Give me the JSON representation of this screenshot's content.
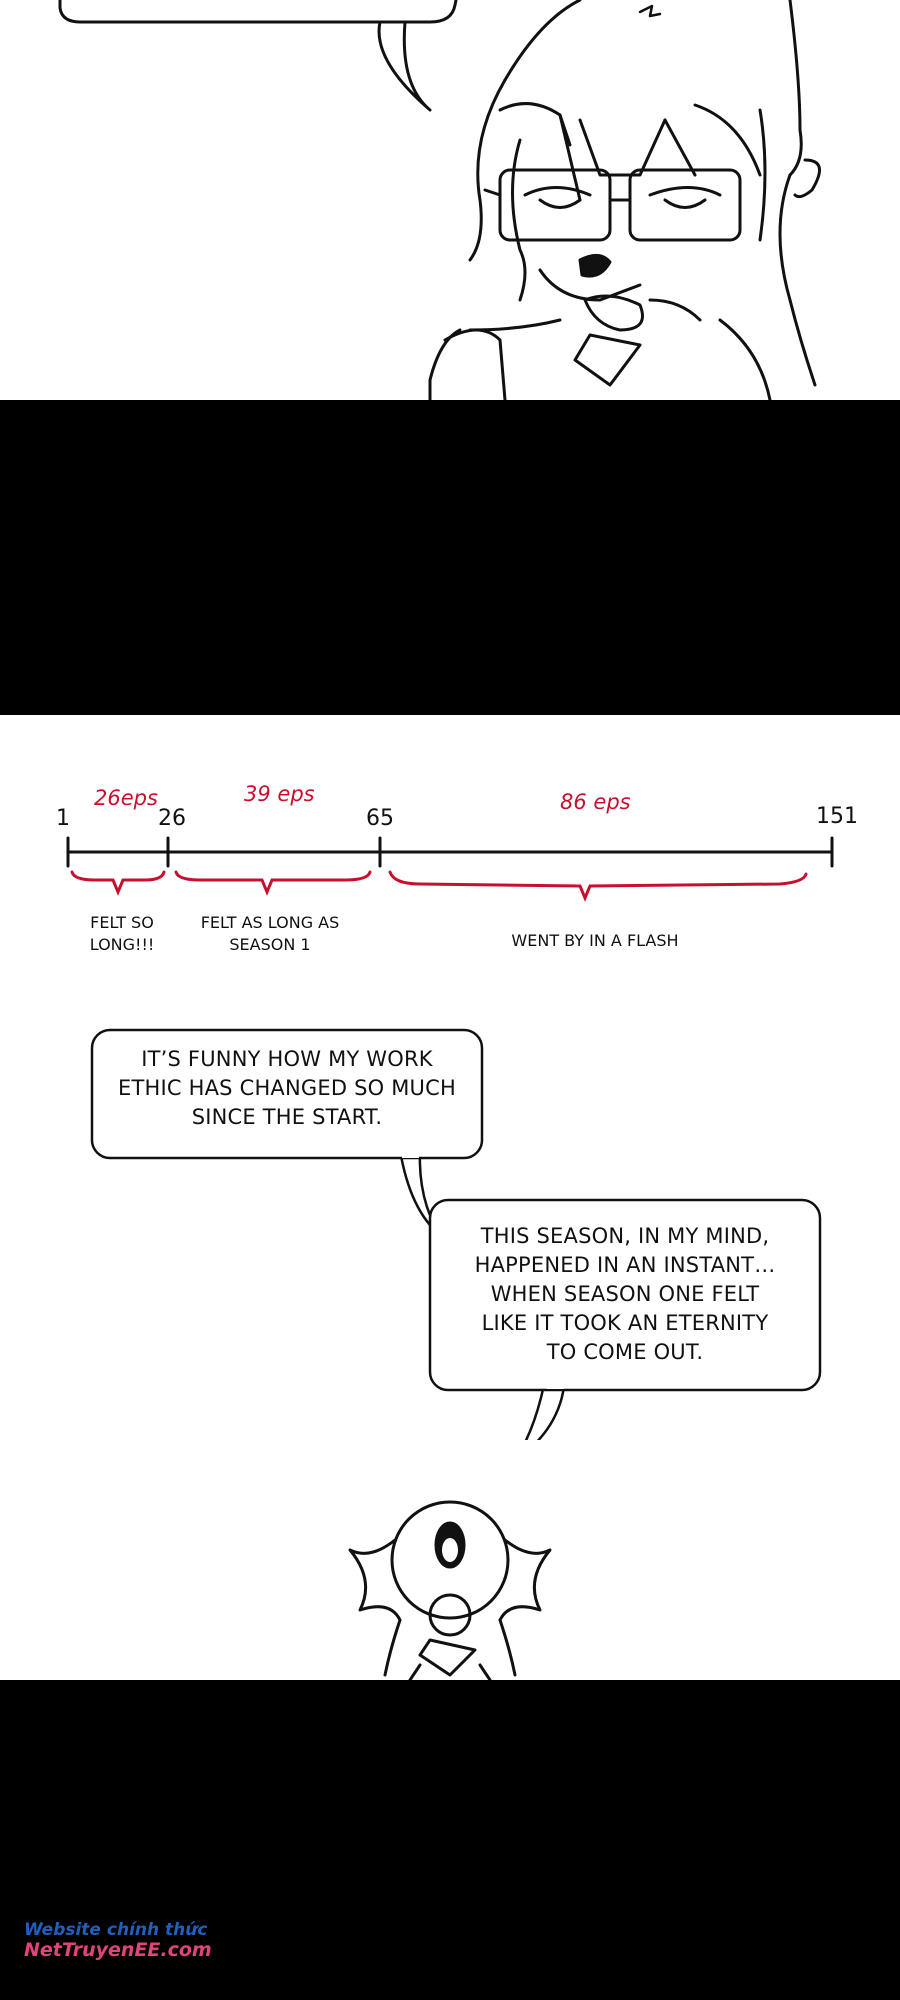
{
  "timeline": {
    "ticks": [
      "1",
      "26",
      "65",
      "151"
    ],
    "spans": [
      {
        "eps_label": "26eps",
        "caption": "FELT SO\nLONG!!!"
      },
      {
        "eps_label": "39 eps",
        "caption": "FELT AS LONG AS\nSEASON 1"
      },
      {
        "eps_label": "86 eps",
        "caption": "WENT BY IN A FLASH"
      }
    ],
    "axis_color": "#111111",
    "bracket_color": "#c8102e"
  },
  "bubbles": {
    "first": "IT’S FUNNY HOW MY WORK\nETHIC HAS CHANGED SO MUCH\nSINCE THE START.",
    "second": "THIS SEASON, IN MY MIND,\nHAPPENED IN AN INSTANT…\nWHEN SEASON ONE FELT\nLIKE IT TOOK AN ETERNITY\nTO COME OUT."
  },
  "watermark": {
    "line1": "Website chính thức",
    "line2": "NetTruyenEE.com"
  }
}
